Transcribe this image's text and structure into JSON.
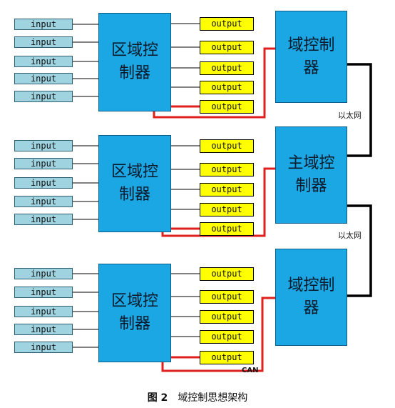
{
  "groups": [
    {
      "controller": "区域控\n制器",
      "inputs": [
        "input",
        "input",
        "input",
        "input",
        "input"
      ],
      "outputs": [
        "output",
        "output",
        "output",
        "output",
        "output"
      ]
    },
    {
      "controller": "区域控\n制器",
      "inputs": [
        "input",
        "input",
        "input",
        "input",
        "input"
      ],
      "outputs": [
        "output",
        "output",
        "output",
        "output",
        "output"
      ]
    },
    {
      "controller": "区域控\n制器",
      "inputs": [
        "input",
        "input",
        "input",
        "input",
        "input"
      ],
      "outputs": [
        "output",
        "output",
        "output",
        "output",
        "output"
      ]
    }
  ],
  "right_controllers": [
    "域控制\n器",
    "主域控\n制器",
    "域控制\n器"
  ],
  "links": {
    "ethernet_top": "以太网",
    "ethernet_bottom": "以太网",
    "can": "CAN"
  },
  "caption": {
    "number": "图 2",
    "text": "域控制思想架构"
  },
  "colors": {
    "controller": "#1aa7e3",
    "input": "#9fd3e0",
    "output": "#ffff00",
    "can_line": "#e0201c",
    "ethernet_line": "#000000"
  }
}
